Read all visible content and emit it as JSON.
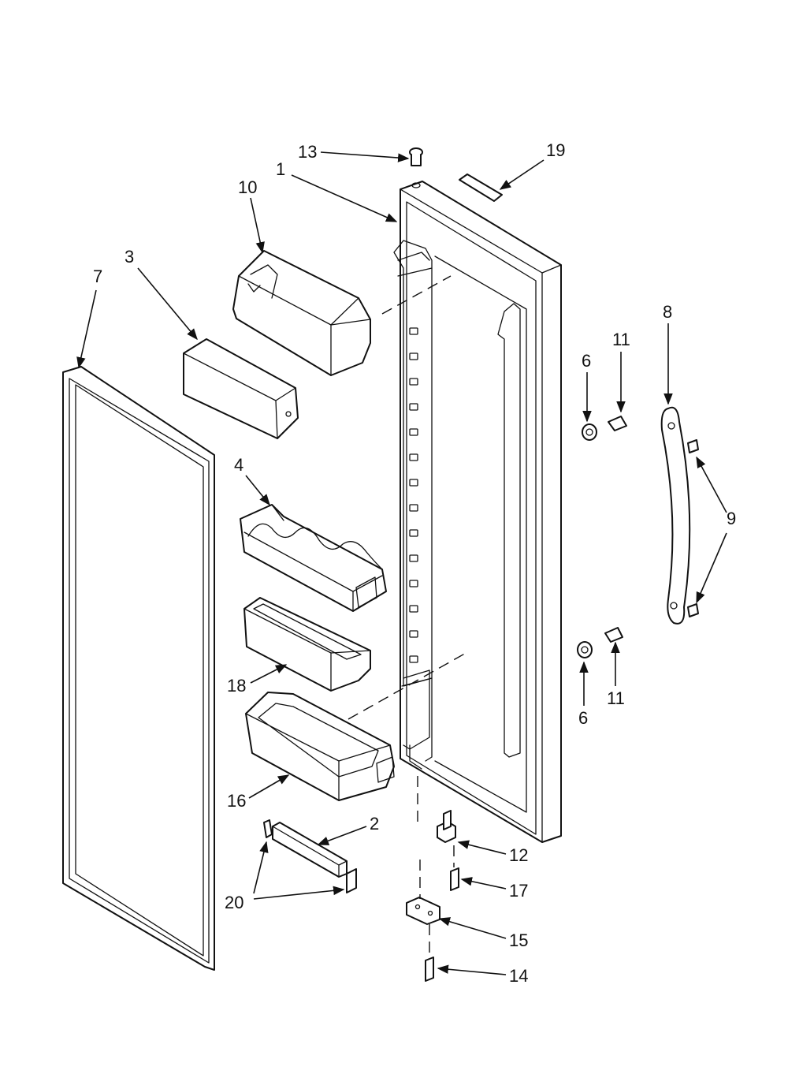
{
  "callouts": {
    "c1": "1",
    "c2": "2",
    "c3": "3",
    "c4": "4",
    "c6a": "6",
    "c6b": "6",
    "c7": "7",
    "c8": "8",
    "c9": "9",
    "c10": "10",
    "c11a": "11",
    "c11b": "11",
    "c12": "12",
    "c13": "13",
    "c14": "14",
    "c15": "15",
    "c16": "16",
    "c17": "17",
    "c18": "18",
    "c19": "19",
    "c20": "20"
  }
}
